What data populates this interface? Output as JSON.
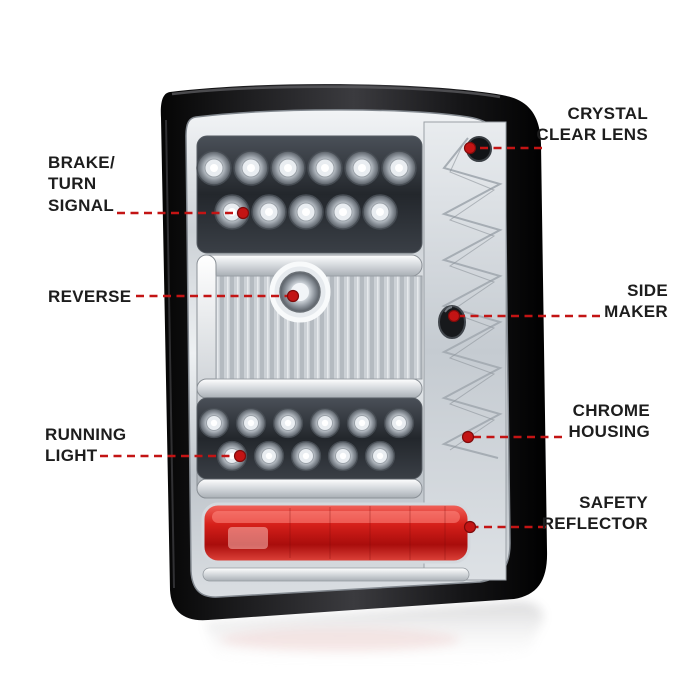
{
  "callouts": {
    "left": [
      {
        "id": "brake-turn-signal",
        "label": "BRAKE/\nTURN\nSIGNAL"
      },
      {
        "id": "reverse",
        "label": "REVERSE"
      },
      {
        "id": "running-light",
        "label": "RUNNING\nLIGHT"
      }
    ],
    "right": [
      {
        "id": "crystal-clear-lens",
        "label": "CRYSTAL\nCLEAR LENS"
      },
      {
        "id": "side-maker",
        "label": "SIDE\nMAKER"
      },
      {
        "id": "chrome-housing",
        "label": "CHROME\nHOUSING"
      },
      {
        "id": "safety-reflector",
        "label": "SAFETY\nREFLECTOR"
      }
    ]
  },
  "colors": {
    "callout_line": "#c31414",
    "callout_dot_edge": "#7e0b0b",
    "label_text": "#1d1d1d",
    "reflector_red": "#d6201a",
    "background": "#ffffff"
  }
}
